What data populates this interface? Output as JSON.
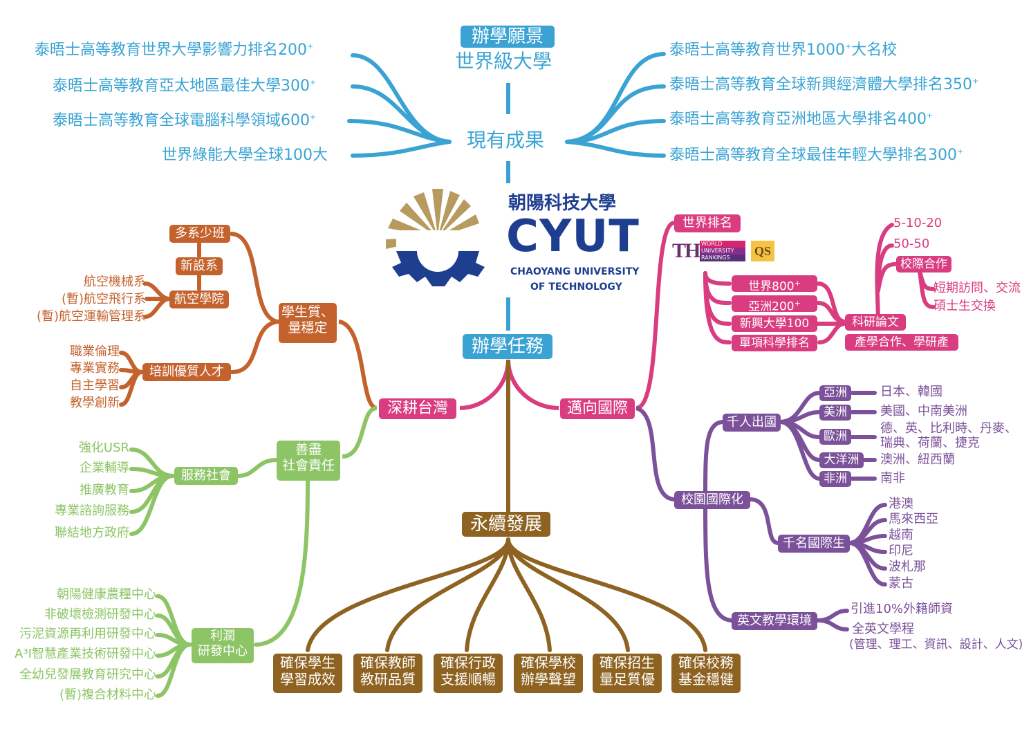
{
  "vision": {
    "title": "辦學願景",
    "subtitle": "世界級大學"
  },
  "achievements": {
    "label": "現有成果",
    "left": [
      "泰晤士高等教育世界大學影響力排名200",
      "泰晤士高等教育亞太地區最佳大學300",
      "泰晤士高等教育全球電腦科學領域600",
      "世界綠能大學全球100大"
    ],
    "right": [
      "泰晤士高等教育世界1000",
      "大名校",
      "泰晤士高等教育全球新興經濟體大學排名350",
      "泰晤士高等教育亞洲地區大學排名400",
      "泰晤士高等教育全球最佳年輕大學排名300"
    ],
    "plus": "+"
  },
  "logo": {
    "name_zh": "朝陽科技大學",
    "abbr": "CYUT",
    "name_en_1": "CHAOYANG UNIVERSITY",
    "name_en_2": "OF TECHNOLOGY"
  },
  "mission": {
    "label": "辦學任務"
  },
  "taiwan": {
    "label": "深耕台灣",
    "quality": {
      "label_1": "學生質、",
      "label_2": "量穩定"
    },
    "few_classes": "多系少班",
    "new_dept": "新設系",
    "aviation_college": "航空學院",
    "aviation_depts": [
      "航空機械系",
      "(暫)航空飛行系",
      "(暫)航空運輸管理系"
    ],
    "talent": "培訓優質人才",
    "talent_items": [
      "職業倫理",
      "專業實務",
      "自主學習",
      "教學創新"
    ],
    "social": {
      "label_1": "善盡",
      "label_2": "社會責任"
    },
    "service": "服務社會",
    "service_items": [
      "強化USR",
      "企業輔導",
      "推廣教育",
      "專業諮詢服務",
      "聯結地方政府"
    ],
    "profit": {
      "label_1": "利潤",
      "label_2": "研發中心"
    },
    "centers": [
      "朝陽健康農糧中心",
      "非破壞檢測研發中心",
      "污泥資源再利用研發中心",
      "A³I智慧產業技術研發中心",
      "全幼兒發展教育研究中心",
      "(暫)複合材料中心"
    ]
  },
  "international": {
    "label": "邁向國際",
    "ranking": {
      "label": "世界排名",
      "the_logo": "THE",
      "the_text": [
        "WORLD",
        "UNIVERSITY",
        "RANKINGS"
      ],
      "qs_logo": "QS",
      "items": [
        "世界800",
        "亞洲200",
        "新興大學100",
        "單項科學排名"
      ],
      "research": "科研論文",
      "industry": "產學合作、學研產",
      "research_items": [
        "5-10-20",
        "50-50",
        "校際合作"
      ],
      "coop_items": [
        "短期訪問、交流",
        "碩士生交換"
      ]
    },
    "campus": {
      "label": "校園國際化",
      "outbound": "千人出國",
      "regions": [
        {
          "name": "亞洲",
          "dest": "日本、韓國"
        },
        {
          "name": "美洲",
          "dest": "美國、中南美洲"
        },
        {
          "name": "歐洲",
          "dest": "德、英、比利時、丹麥、",
          "dest2": "瑞典、荷蘭、捷克"
        },
        {
          "name": "大洋洲",
          "dest": "澳洲、紐西蘭"
        },
        {
          "name": "非洲",
          "dest": "南非"
        }
      ],
      "inbound": "千名國際生",
      "inbound_items": [
        "港澳",
        "馬來西亞",
        "越南",
        "印尼",
        "波札那",
        "蒙古"
      ],
      "english": "英文教學環境",
      "english_items": [
        "引進10%外籍師資",
        "全英文學程",
        "(管理、理工、資訊、設計、人文)"
      ]
    }
  },
  "sustain": {
    "label": "永續發展",
    "items": [
      {
        "l1": "確保學生",
        "l2": "學習成效"
      },
      {
        "l1": "確保教師",
        "l2": "教研品質"
      },
      {
        "l1": "確保行政",
        "l2": "支援順暢"
      },
      {
        "l1": "確保學校",
        "l2": "辦學聲望"
      },
      {
        "l1": "確保招生",
        "l2": "量足質優"
      },
      {
        "l1": "確保校務",
        "l2": "基金穩健"
      }
    ]
  },
  "colors": {
    "blue": "#3aa3d4",
    "orange": "#c4622d",
    "green": "#8dc566",
    "pink": "#d93c7f",
    "purple": "#7b519a",
    "brown": "#8e6321",
    "navy": "#1e3f8f",
    "gold": "#b79a5e"
  }
}
